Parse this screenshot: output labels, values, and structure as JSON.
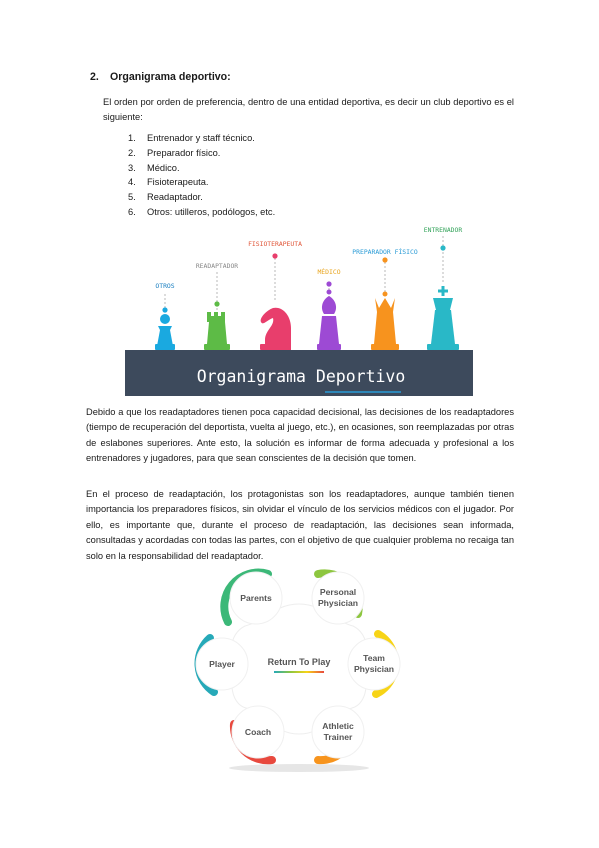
{
  "section": {
    "number": "2.",
    "title": "Organigrama deportivo:",
    "intro": "El orden por orden de preferencia, dentro de una entidad deportiva, es decir un club deportivo es el siguiente:",
    "list": [
      {
        "n": "1.",
        "text": "Entrenador y staff técnico."
      },
      {
        "n": "2.",
        "text": "Preparador físico."
      },
      {
        "n": "3.",
        "text": "Médico."
      },
      {
        "n": "4.",
        "text": "Fisioterapeuta."
      },
      {
        "n": "5.",
        "text": "Readaptador."
      },
      {
        "n": "6.",
        "text": "Otros: utilleros, podólogos, etc."
      }
    ]
  },
  "organigrama": {
    "banner_title": "Organigrama Deportivo",
    "pieces": [
      {
        "label": "OTROS",
        "color": "#1aa9e0"
      },
      {
        "label": "READAPTADOR",
        "color": "#5dbb46"
      },
      {
        "label": "FISIOTERAPEUTA",
        "color": "#e83e6c"
      },
      {
        "label": "MÉDICO",
        "color": "#9d4ad4"
      },
      {
        "label": "PREPARADOR FÍSICO",
        "color": "#f7931e"
      },
      {
        "label": "ENTRENADOR",
        "color": "#29b8c7"
      }
    ],
    "banner_color": "#3d4a5c"
  },
  "paragraphs": [
    "Debido a que los readaptadores tienen poca capacidad decisional, las decisiones de los readaptadores (tiempo de recuperación del deportista, vuelta al juego, etc.), en ocasiones, son reemplazadas por otras de eslabones superiores. Ante esto, la solución es informar de forma adecuada y profesional a los entrenadores y jugadores, para que sean conscientes de la decisión que tomen.",
    "En el proceso de readaptación, los protagonistas son los readaptadores, aunque también tienen importancia los preparadores físicos, sin olvidar el vínculo de los servicios médicos con el jugador. Por ello, es importante que, durante el proceso de readaptación, las decisiones sean informada, consultadas y acordadas con todas las partes, con el objetivo de que cualquier problema no recaiga tan solo en la responsabilidad del readaptador."
  ],
  "diagram": {
    "center": "Return To Play",
    "nodes": [
      {
        "label": "Parents",
        "color": "#3cb878"
      },
      {
        "label": "Personal Physician",
        "color": "#8dc63f"
      },
      {
        "label": "Team Physician",
        "color": "#f7d417"
      },
      {
        "label": "Athletic Trainer",
        "color": "#f7941d"
      },
      {
        "label": "Coach",
        "color": "#e8493e"
      },
      {
        "label": "Player",
        "color": "#26a9b8"
      }
    ]
  }
}
